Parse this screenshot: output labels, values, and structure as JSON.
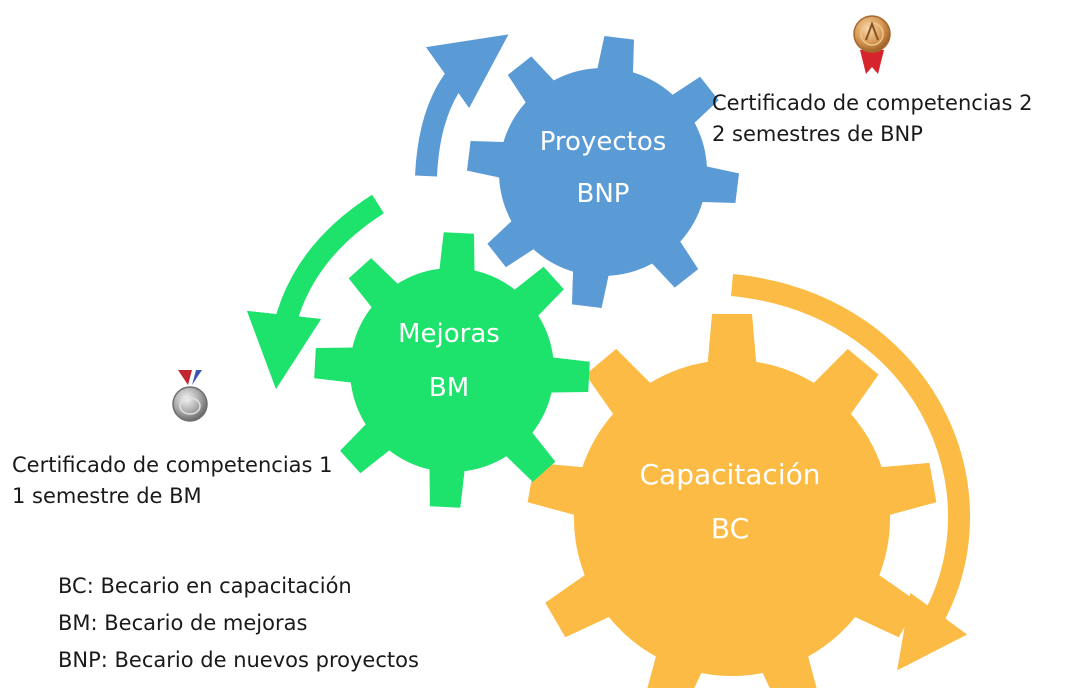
{
  "colors": {
    "bnp": "#5b9bd5",
    "bm": "#1de26b",
    "bc": "#fbbb45",
    "text": "#1a1a1a"
  },
  "gears": {
    "bnp": {
      "line1": "Proyectos",
      "line2": "BNP"
    },
    "bm": {
      "line1": "Mejoras",
      "line2": "BM"
    },
    "bc": {
      "line1": "Capacitación",
      "line2": "BC"
    }
  },
  "certificates": {
    "cert2": {
      "line1": "Certificado de competencias 2",
      "line2": "2 semestres de BNP",
      "icon": "gold-medal-icon"
    },
    "cert1": {
      "line1": "Certificado de competencias 1",
      "line2": "1 semestre de BM",
      "icon": "silver-medal-icon"
    }
  },
  "legend": [
    "BC: Becario en capacitación",
    "BM: Becario de mejoras",
    "BNP: Becario de nuevos proyectos"
  ]
}
